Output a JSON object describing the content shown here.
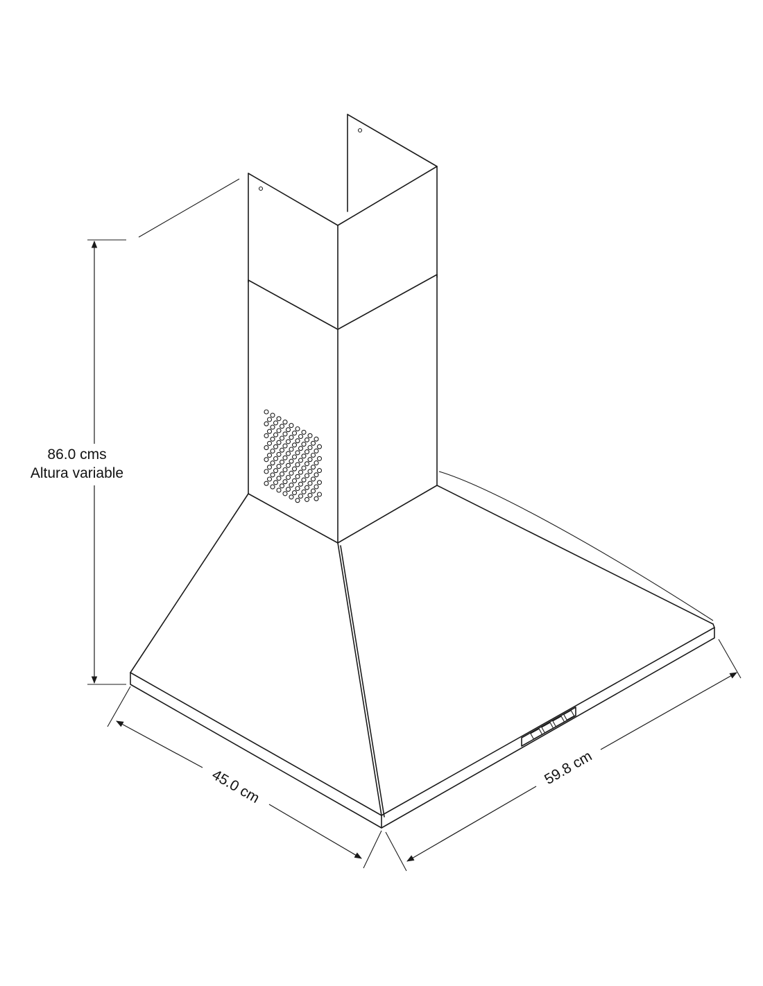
{
  "diagram": {
    "height_value": "86.0 cms",
    "height_note": "Altura variable",
    "depth_value": "45.0 cm",
    "width_value": "59.8 cm"
  }
}
